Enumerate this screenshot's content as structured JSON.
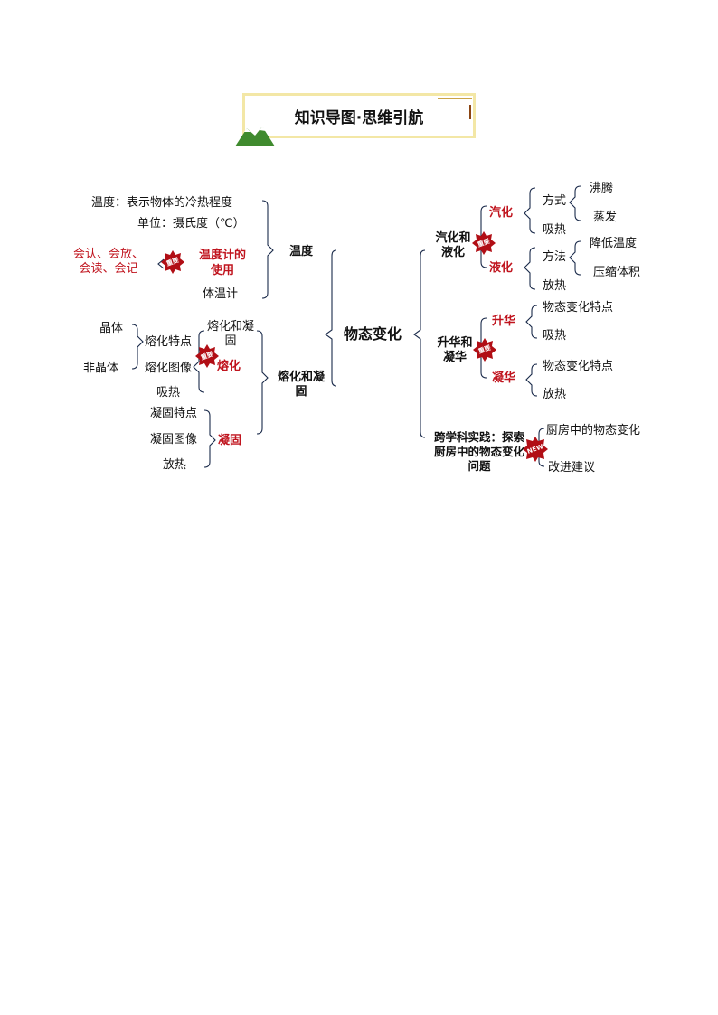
{
  "title": "知识导图·思维引航",
  "root": "物态变化",
  "temperature": {
    "label": "温度",
    "def": "温度：表示物体的冷热程度",
    "unit": "单位：摄氏度（℃）",
    "skills": [
      "会认、会放、",
      "会读、会记"
    ],
    "thermometer": "温度计的使用",
    "clinical": "体温计"
  },
  "melting_solidifying": {
    "label": "熔化和凝固",
    "sub_label": "熔化和凝固",
    "crystal": "晶体",
    "noncrystal": "非晶体",
    "melting": "熔化",
    "melting_items": [
      "熔化特点",
      "熔化图像",
      "吸热"
    ],
    "solidifying": "凝固",
    "solidifying_items": [
      "凝固特点",
      "凝固图像",
      "放热"
    ]
  },
  "vaporization": {
    "label": "汽化和液化",
    "vaporize": "汽化",
    "method": "方式",
    "methods": [
      "沸腾",
      "蒸发"
    ],
    "absorb": "吸热",
    "liquefy": "液化",
    "approach": "方法",
    "approaches": [
      "降低温度",
      "压缩体积"
    ],
    "release": "放热"
  },
  "sublimation": {
    "label": "升华和凝华",
    "sublimate": "升华",
    "sub_items": [
      "物态变化特点",
      "吸热"
    ],
    "deposit": "凝华",
    "dep_items": [
      "物态变化特点",
      "放热"
    ]
  },
  "practice": {
    "label": "跨学科实践：探索厨房中的物态变化问题",
    "items": [
      "厨房中的物态变化",
      "改进建议"
    ]
  },
  "badges": {
    "important": "重要",
    "new": "NEW"
  },
  "colors": {
    "accent": "#c0141e",
    "frame": "#f3e7a6",
    "mountain": "#3f8a2e"
  }
}
